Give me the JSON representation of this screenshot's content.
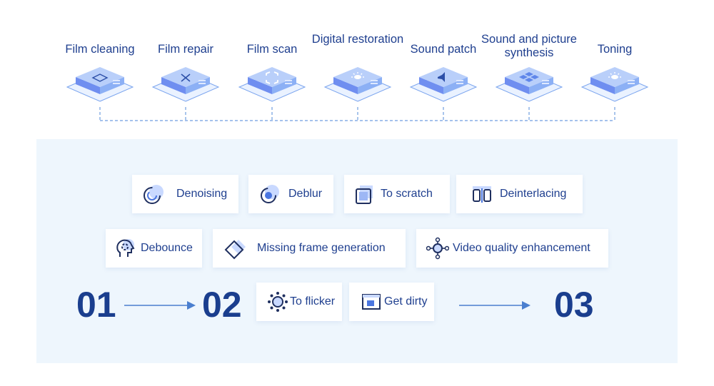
{
  "stages": [
    {
      "label": "Film cleaning",
      "icon": "film-strip-icon"
    },
    {
      "label": "Film repair",
      "icon": "wrench-icon"
    },
    {
      "label": "Film scan",
      "icon": "scan-icon"
    },
    {
      "label": "Digital restoration",
      "icon": "sun-icon"
    },
    {
      "label": "Sound patch",
      "icon": "speaker-icon"
    },
    {
      "label": "Sound and picture synthesis",
      "icon": "grid-icon"
    },
    {
      "label": "Toning",
      "icon": "sun-icon"
    }
  ],
  "tools": {
    "denoising": "Denoising",
    "deblur": "Deblur",
    "to_scratch": "To scratch",
    "deinterlacing": "Deinterlacing",
    "debounce": "Debounce",
    "missing_frame": "Missing frame generation",
    "video_quality": "Video quality enhancement",
    "to_flicker": "To flicker",
    "get_dirty": "Get dirty"
  },
  "steps": {
    "first": "01",
    "second": "02",
    "third": "03"
  },
  "colors": {
    "accent": "#2c4fa8",
    "text": "#1f3f8f",
    "panel": "#eef6fd",
    "connector": "#6f9ee0",
    "cube": "#6f8ef0"
  }
}
